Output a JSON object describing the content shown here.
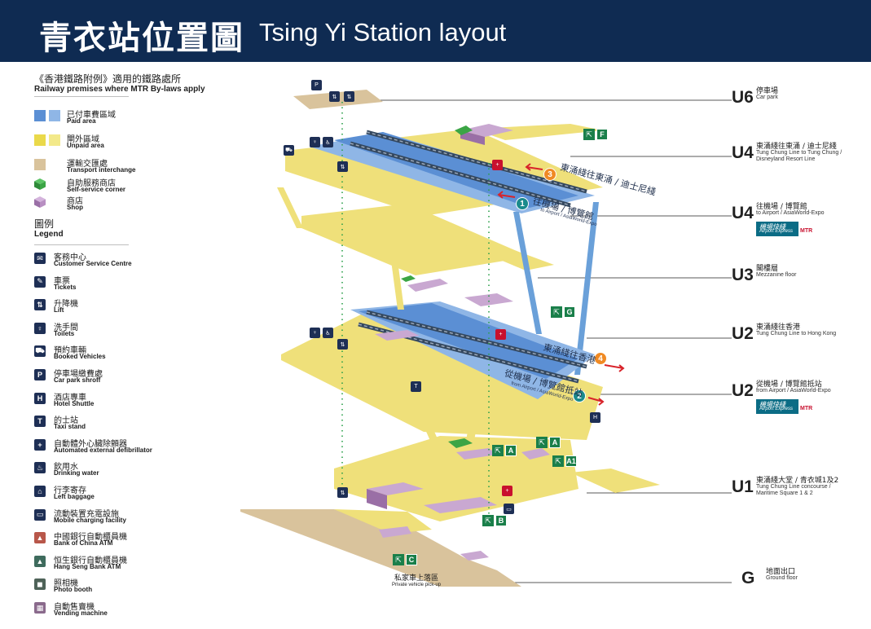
{
  "header": {
    "title_zh": "青衣站位置圖",
    "title_en": "Tsing Yi Station layout"
  },
  "legend": {
    "premises_zh": "《香港鐵路附例》適用的鐵路處所",
    "premises_en": "Railway premises where MTR By-laws apply",
    "areas": [
      {
        "zh": "已付車費區域",
        "en": "Paid area",
        "colors": [
          "#5b8fd4",
          "#8fb6e6"
        ]
      },
      {
        "zh": "閘外區域",
        "en": "Unpaid area",
        "colors": [
          "#ead94a",
          "#f3e98a"
        ]
      },
      {
        "zh": "運輸交匯處",
        "en": "Transport interchange",
        "colors": [
          "#d9c39c"
        ]
      },
      {
        "zh": "自助服務商店",
        "en": "Self-service corner",
        "colors": [
          "#3ba545"
        ]
      },
      {
        "zh": "商店",
        "en": "Shop",
        "colors": [
          "#b88fc2"
        ]
      }
    ],
    "legend_zh": "圖例",
    "legend_en": "Legend",
    "items": [
      {
        "zh": "客務中心",
        "en": "Customer Service Centre",
        "icon": "customer-service-icon",
        "color": "#1e2f55"
      },
      {
        "zh": "車票",
        "en": "Tickets",
        "icon": "ticket-icon",
        "color": "#1e2f55"
      },
      {
        "zh": "升降機",
        "en": "Lift",
        "icon": "lift-icon",
        "color": "#1e2f55"
      },
      {
        "zh": "洗手間",
        "en": "Toilets",
        "icon": "toilet-icon",
        "color": "#1e2f55"
      },
      {
        "zh": "預約車輛",
        "en": "Booked Vehicles",
        "icon": "booked-vehicle-icon",
        "color": "#1e2f55"
      },
      {
        "zh": "停車場繳費處",
        "en": "Car park shroff",
        "icon": "car-park-shroff-icon",
        "color": "#1e2f55"
      },
      {
        "zh": "酒店專車",
        "en": "Hotel Shuttle",
        "icon": "hotel-shuttle-icon",
        "color": "#1e2f55"
      },
      {
        "zh": "的士站",
        "en": "Taxi stand",
        "icon": "taxi-icon",
        "color": "#1e2f55"
      },
      {
        "zh": "自動體外心臟除顫器",
        "en": "Automated external defibrillator",
        "icon": "aed-icon",
        "color": "#1e2f55"
      },
      {
        "zh": "飲用水",
        "en": "Drinking water",
        "icon": "drinking-water-icon",
        "color": "#1e2f55"
      },
      {
        "zh": "行李寄存",
        "en": "Left baggage",
        "icon": "left-baggage-icon",
        "color": "#1e2f55"
      },
      {
        "zh": "流動裝置充電設施",
        "en": "Mobile charging facility",
        "icon": "mobile-charging-icon",
        "color": "#1e2f55"
      },
      {
        "zh": "中國銀行自動櫃員機",
        "en": "Bank of China ATM",
        "icon": "boc-atm-icon",
        "color": "#b8574a"
      },
      {
        "zh": "恒生銀行自動櫃員機",
        "en": "Hang Seng Bank ATM",
        "icon": "hang-seng-atm-icon",
        "color": "#3e6b5d"
      },
      {
        "zh": "照相機",
        "en": "Photo booth",
        "icon": "photo-booth-icon",
        "color": "#4e6258"
      },
      {
        "zh": "自動售賣機",
        "en": "Vending machine",
        "icon": "vending-machine-icon",
        "color": "#8a6a8c"
      }
    ]
  },
  "levels": [
    {
      "code": "U6",
      "zh": "停車場",
      "en": "Car park"
    },
    {
      "code": "U4",
      "zh": "東涌綫往東涌 / 迪士尼綫",
      "en": "Tung Chung Line to Tung Chung / Disneyland Resort Line"
    },
    {
      "code": "U4",
      "zh": "往機場 / 博覽館",
      "en": "to Airport / AsiaWorld-Expo"
    },
    {
      "code": "U3",
      "zh": "閣樓層",
      "en": "Mezzanine floor"
    },
    {
      "code": "U2",
      "zh": "東涌綫往香港",
      "en": "Tung Chung Line to Hong Kong"
    },
    {
      "code": "U2",
      "zh": "從機場 / 博覽館抵站",
      "en": "from Airport / AsiaWorld-Expo"
    },
    {
      "code": "U1",
      "zh": "東涌綫大堂 / 青衣城1及2",
      "en": "Tung Chung Line concourse / Maritime Square 1 & 2"
    },
    {
      "code": "G",
      "zh": "地面出口",
      "en": "Ground floor"
    }
  ],
  "airport_express": {
    "zh": "機場快綫",
    "en": "Airport Express",
    "mtr": "MTR"
  },
  "platforms": [
    {
      "num": "1",
      "zh": "往機場 / 博覽館",
      "en": "to Airport / AsiaWorld-Expo",
      "color": "#1a8a8c"
    },
    {
      "num": "2",
      "zh": "從機場 / 博覽館抵站",
      "en": "from Airport / AsiaWorld-Expo",
      "color": "#1a8a8c"
    },
    {
      "num": "3",
      "zh": "東涌綫往東涌 / 迪士尼綫",
      "en": "Tung Chung Line to Tung Chung / Disneyland Resort Line",
      "color": "#f08a24"
    },
    {
      "num": "4",
      "zh": "東涌綫往香港",
      "en": "Tung Chung Line to Hong Kong",
      "color": "#f08a24"
    }
  ],
  "exits": [
    "F",
    "G",
    "A",
    "A",
    "A1",
    "B",
    "C"
  ],
  "pickup": {
    "zh": "私家車上落區",
    "en": "Private vehicle pick-up"
  }
}
